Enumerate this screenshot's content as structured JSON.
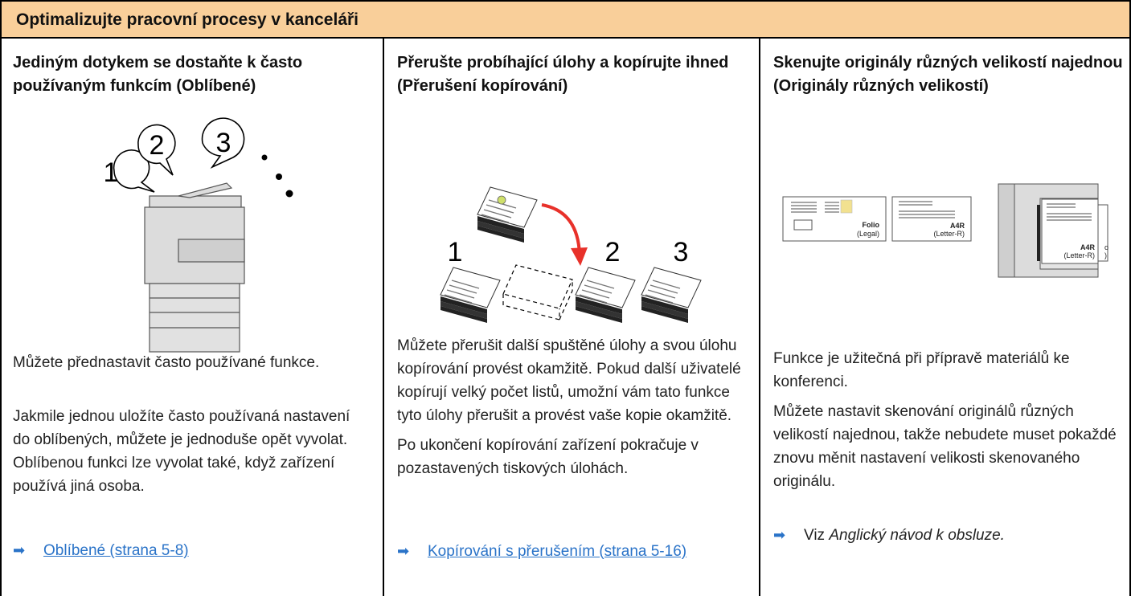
{
  "header": {
    "title": "Optimalizujte pracovní procesy v kanceláři"
  },
  "colors": {
    "header_bg": "#f9cf9a",
    "link": "#2a73c8",
    "arrow_red": "#e8312a"
  },
  "columns": [
    {
      "title": "Jediným dotykem se dostaňte k často používaným funkcím (Oblíbené)",
      "illustration": {
        "icon": "multifunction-printer-illustration",
        "numbers": [
          "1",
          "2",
          "3"
        ]
      },
      "paragraphs": [
        "Můžete přednastavit často používané funkce.",
        "Jakmile jednou uložíte často používaná nastavení do oblíbených, můžete je jednoduše opět vyvolat. Oblíbenou funkci lze vyvolat také, když zařízení používá jiná osoba."
      ],
      "reference": {
        "icon": "arrow-right-icon",
        "label": "Oblíbené (strana 5-8)"
      }
    },
    {
      "title": "Přerušte probíhající úlohy a kopírujte ihned (Přerušení kopírování)",
      "illustration": {
        "icon": "interrupt-copy-illustration",
        "numbers": [
          "1",
          "2",
          "3"
        ]
      },
      "paragraphs": [
        "Můžete přerušit další spuštěné úlohy a svou úlohu kopírování provést okamžitě. Pokud další uživatelé kopírují velký počet listů, umožní vám tato funkce tyto úlohy přerušit a provést vaše kopie okamžitě.",
        "Po ukončení kopírování zařízení pokračuje v pozastavených tiskových úlohách."
      ],
      "reference": {
        "icon": "arrow-right-icon",
        "label": "Kopírování s přerušením (strana 5-16)"
      }
    },
    {
      "title": "Skenujte originály různých velikostí najednou (Originály různých velikostí)",
      "illustration": {
        "icon": "mixed-size-originals-illustration",
        "labels": {
          "folio": "Folio",
          "legal": "(Legal)",
          "a4r": "A4R",
          "letter_r": "(Letter-R)"
        }
      },
      "paragraphs": [
        "Funkce je užitečná při přípravě materiálů ke konferenci.",
        "Můžete nastavit skenování originálů různých velikostí najednou, takže nebudete muset pokaždé znovu měnit nastavení velikosti skenovaného originálu."
      ],
      "reference": {
        "icon": "arrow-right-icon",
        "prefix": "Viz ",
        "label": "Anglický návod k obsluze."
      }
    }
  ]
}
